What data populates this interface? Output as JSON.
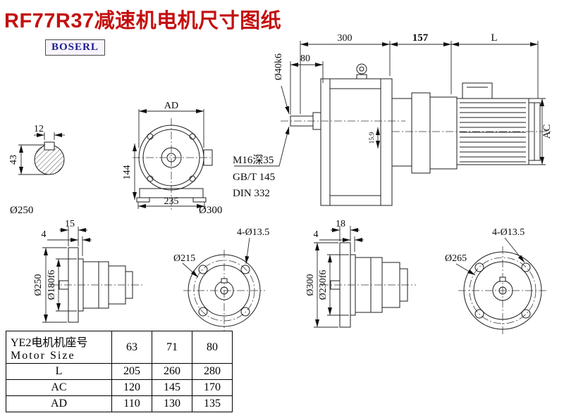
{
  "title": "RF77R37减速机电机尺寸图纸",
  "logo": "BOSERL",
  "side_view": {
    "dim_300": "300",
    "dim_157": "157",
    "dim_l": "L",
    "dim_80": "80",
    "shaft_dia": "Ø40k6",
    "dim_ac": "AC",
    "dim_key": "15.9",
    "tap_note": "M16深35",
    "std_note_1": "GB/T 145",
    "std_note_2": "DIN 332"
  },
  "shaft_section": {
    "dim_width": "12",
    "dim_height": "43"
  },
  "front_view": {
    "dim_ad": "AD",
    "dim_height": "144",
    "dim_width": "235"
  },
  "flange_titles": {
    "left": "Ø250",
    "right": "Ø300"
  },
  "flange_left": {
    "dim_thickness": "15",
    "dim_spigot_depth": "4",
    "dia_outer": "Ø250",
    "dia_spigot": "Ø180f6",
    "dia_bolt_circle": "Ø215",
    "holes": "4-Ø13.5"
  },
  "flange_right": {
    "dim_thickness": "18",
    "dim_spigot_depth": "4",
    "dia_outer": "Ø300",
    "dia_spigot": "Ø230f6",
    "dia_bolt_circle": "Ø265",
    "holes": "4-Ø13.5"
  },
  "table": {
    "header": {
      "title_cn": "YE2电机机座号",
      "title_en": "Motor Size",
      "sizes": [
        "63",
        "71",
        "80"
      ]
    },
    "rows": [
      {
        "label": "L",
        "values": [
          "205",
          "260",
          "280"
        ]
      },
      {
        "label": "AC",
        "values": [
          "120",
          "145",
          "170"
        ]
      },
      {
        "label": "AD",
        "values": [
          "110",
          "130",
          "135"
        ]
      }
    ]
  }
}
